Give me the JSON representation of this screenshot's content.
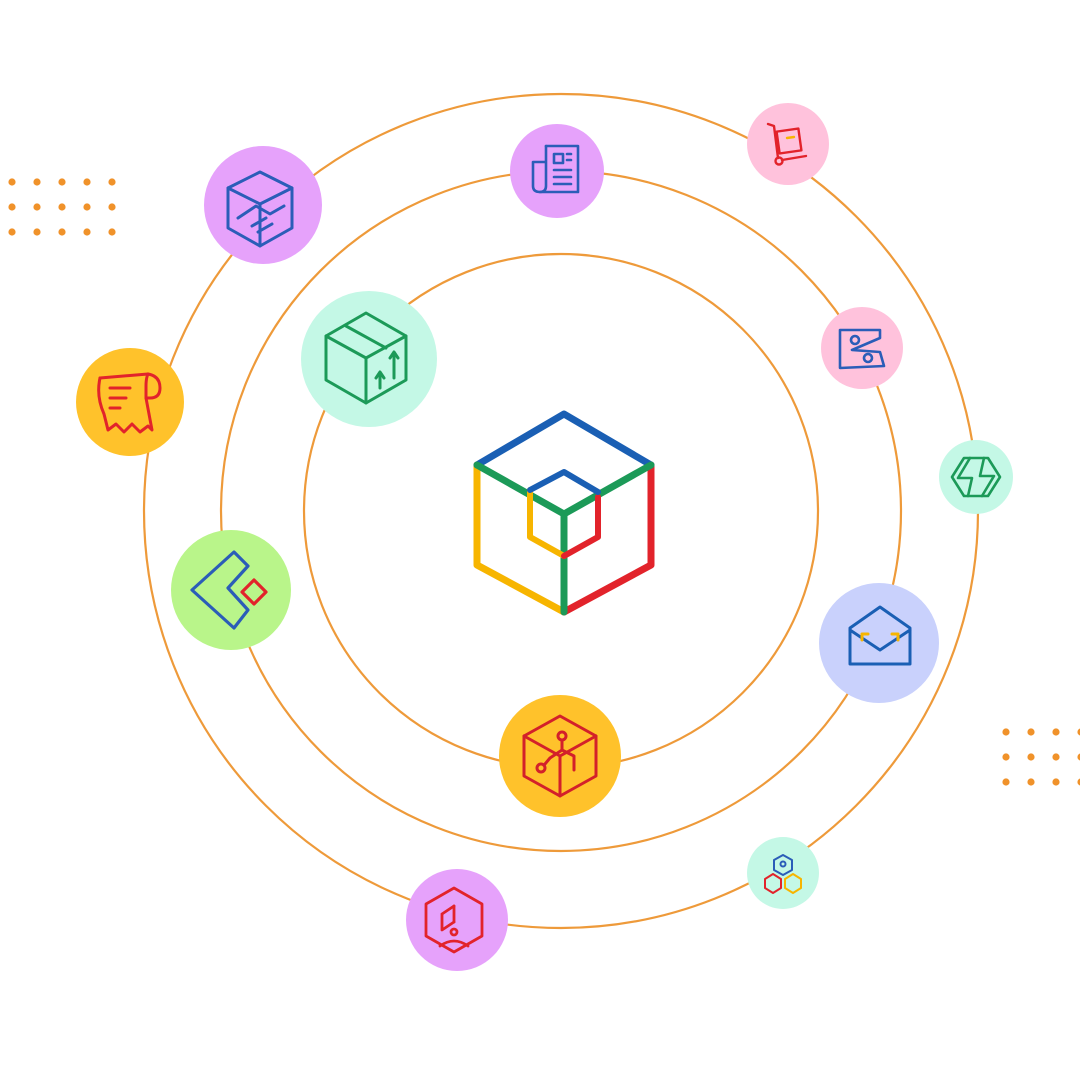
{
  "colors": {
    "orbit": "#ee9a3a",
    "dot": "#f0922a",
    "purple_bg": "#e6a2fb",
    "pink_bg": "#ffc2dc",
    "mint_bg": "#c4f8e6",
    "green_bg": "#b9f58a",
    "lavender_bg": "#c9d1fc",
    "gold_bg": "#ffc22b",
    "blue_stroke": "#2b5db8",
    "green_stroke": "#1c9a58",
    "red_stroke": "#e2232b",
    "yellow_stroke": "#f7b500"
  },
  "center_logo": {
    "icon": "cube-logo-icon"
  },
  "orbit_icons": [
    {
      "icon": "handshake-cube-icon",
      "bg": "purple"
    },
    {
      "icon": "document-icon",
      "bg": "purple"
    },
    {
      "icon": "hand-truck-icon",
      "bg": "pink"
    },
    {
      "icon": "books-icon",
      "bg": "pink"
    },
    {
      "icon": "sync-hexagon-icon",
      "bg": "mint"
    },
    {
      "icon": "open-envelope-icon",
      "bg": "lavender"
    },
    {
      "icon": "connected-hexagons-icon",
      "bg": "mint"
    },
    {
      "icon": "package-icon",
      "bg": "purple"
    },
    {
      "icon": "workflow-cube-icon",
      "bg": "gold"
    },
    {
      "icon": "commerce-tag-icon",
      "bg": "green"
    },
    {
      "icon": "receipt-icon",
      "bg": "gold"
    },
    {
      "icon": "inventory-cube-icon",
      "bg": "mint"
    }
  ]
}
